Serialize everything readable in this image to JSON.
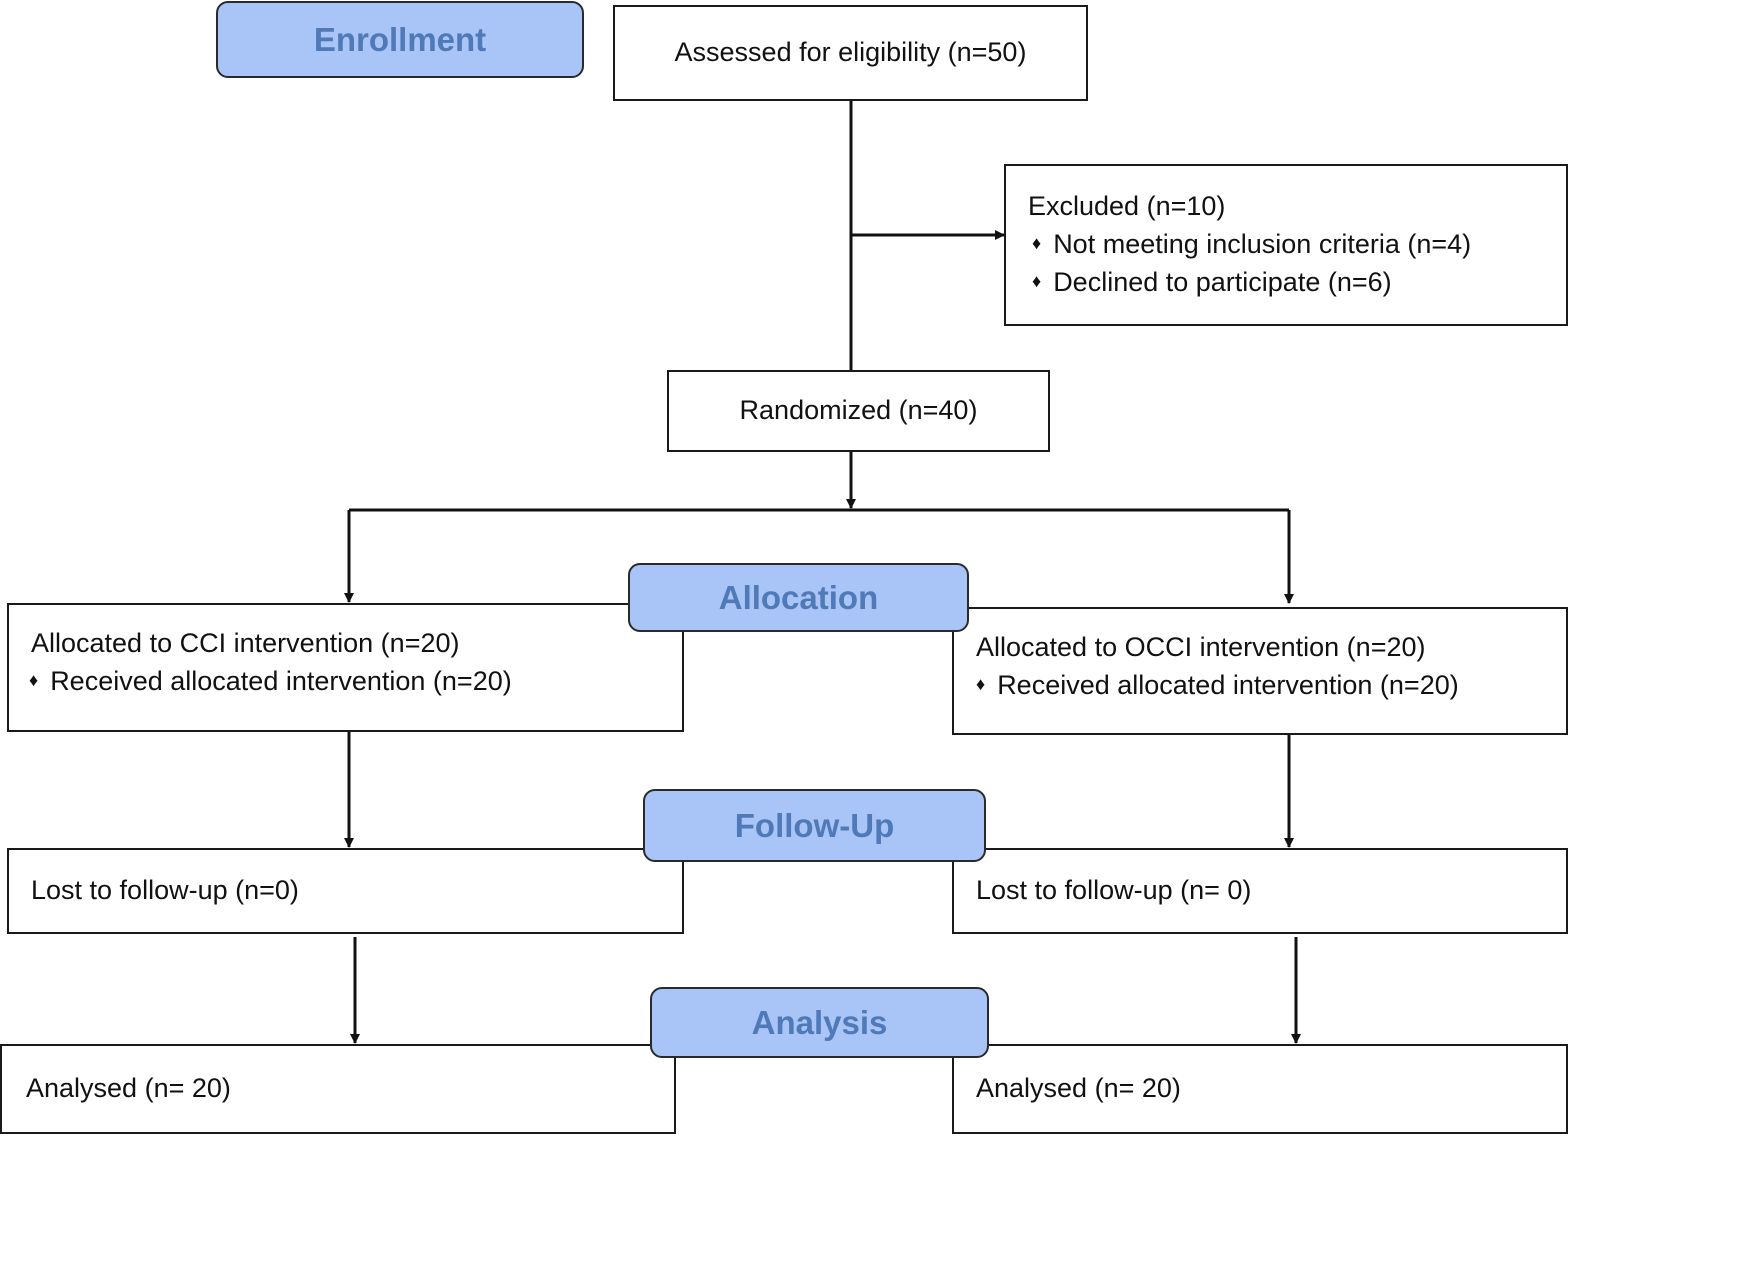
{
  "phases": {
    "enrollment": "Enrollment",
    "allocation": "Allocation",
    "follow_up": "Follow-Up",
    "analysis": "Analysis"
  },
  "assessed": "Assessed for eligibility (n=50)",
  "excluded": {
    "title": "Excluded (n=10)",
    "items": [
      "Not meeting inclusion criteria (n=4)",
      "Declined to participate (n=6)"
    ]
  },
  "randomized": "Randomized (n=40)",
  "left_arm": {
    "allocated": "Allocated to CCI intervention (n=20)",
    "received": "Received allocated intervention (n=20)",
    "lost": "Lost to follow-up (n=0)",
    "analysed": "Analysed (n= 20)"
  },
  "right_arm": {
    "allocated": "Allocated to OCCI intervention (n=20)",
    "received": "Received allocated intervention (n=20)",
    "lost": "Lost to follow-up (n= 0)",
    "analysed": "Analysed (n= 20)"
  },
  "bullet_symbol": "♦",
  "colors": {
    "phase_fill": "#a9c4f7",
    "phase_text": "#4f79b7",
    "line": "#111111"
  }
}
